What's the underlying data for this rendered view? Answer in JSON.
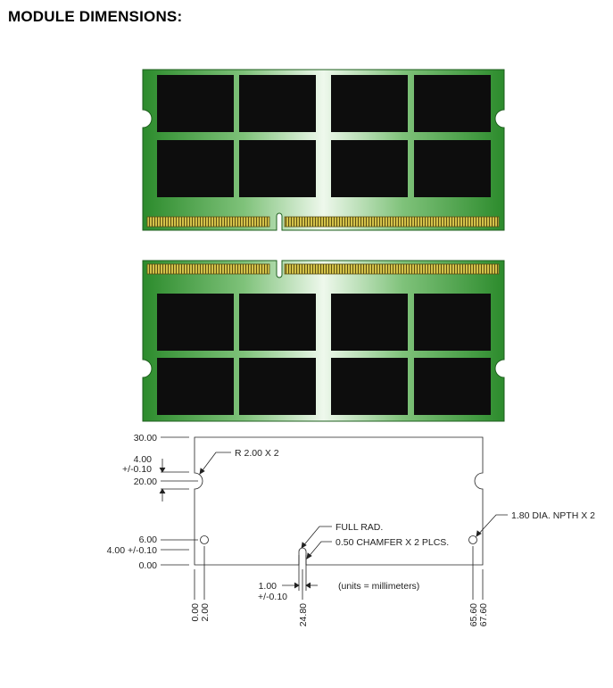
{
  "title": "MODULE DIMENSIONS:",
  "colors": {
    "pcb_edge": "#2a8a2a",
    "pcb_mid": "#e8f5e6",
    "chip": "#0d0d0d",
    "contact": "#c9b63a",
    "line": "#222222"
  },
  "modules": [
    {
      "side": "front",
      "chips": 8,
      "contacts_position": "bottom"
    },
    {
      "side": "back",
      "chips": 8,
      "contacts_position": "top"
    }
  ],
  "drawing": {
    "y_dims": {
      "top": "30.00",
      "notch_offset": "4.00",
      "notch_tol": "+/-0.10",
      "notch_center": "20.00",
      "hole_height": "6.00",
      "hole_offset": "4.00 +/-0.10",
      "bottom": "0.00"
    },
    "x_dims": [
      "0.00",
      "2.00",
      "24.80",
      "65.60",
      "67.60"
    ],
    "key_width": "1.00",
    "key_tol": "+/-0.10",
    "callouts": {
      "radius": "R 2.00 X 2",
      "full_rad": "FULL RAD.",
      "chamfer": "0.50 CHAMFER X 2 PLCS.",
      "holes": "1.80 DIA. NPTH X 2",
      "units": "(units = millimeters)"
    }
  }
}
